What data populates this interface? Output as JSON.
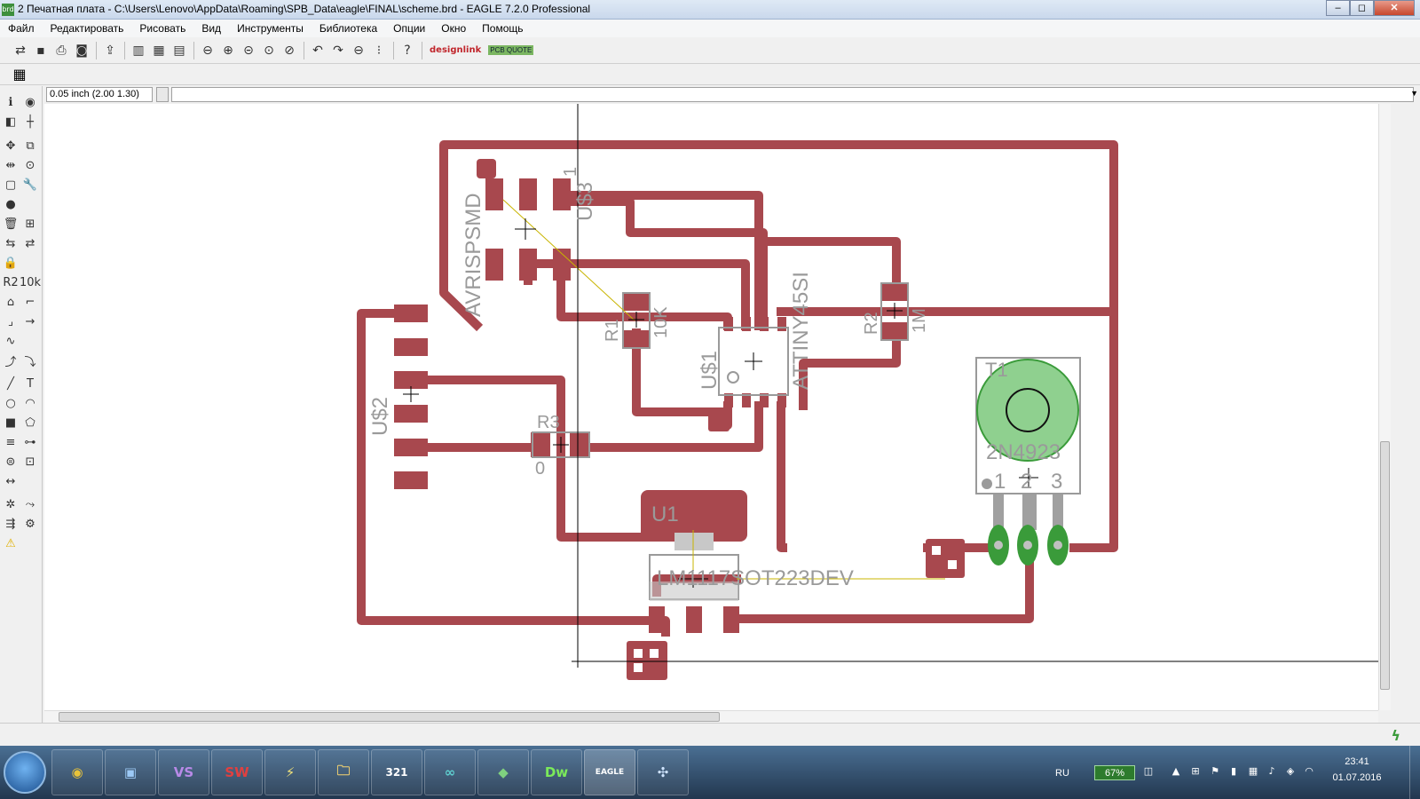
{
  "window": {
    "title": "2 Печатная плата - C:\\Users\\Lenovo\\AppData\\Roaming\\SPB_Data\\eagle\\FINAL\\scheme.brd - EAGLE 7.2.0 Professional",
    "icon_text": "brd",
    "min_label": "‒",
    "max_label": "◻",
    "close_label": "✕"
  },
  "menu": [
    "Файл",
    "Редактировать",
    "Рисовать",
    "Вид",
    "Инструменты",
    "Библиотека",
    "Опции",
    "Окно",
    "Помощь"
  ],
  "toolbar": {
    "icons": [
      "open-icon",
      "save-icon",
      "print-icon",
      "cam-icon",
      "export-icon",
      "script-icon",
      "sch-icon",
      "board-icon",
      "zoom-fit-icon",
      "zoom-in-icon",
      "zoom-out-icon",
      "zoom-select-icon",
      "zoom-redraw-icon",
      "undo-icon",
      "redo-icon",
      "stop-icon",
      "go-icon",
      "help-icon"
    ],
    "designlink": "designlink",
    "pcbquote": "PCB QUOTE"
  },
  "cmd": {
    "coord": "0.05 inch (2.00 1.30)",
    "value": ""
  },
  "board": {
    "labels": {
      "usb3": "U$3",
      "avrisp": "AVRISPSMD",
      "pin1": "1",
      "r1": "R1",
      "r1_val": "10K",
      "us1": "U$1",
      "attiny": "ATTINY45SI",
      "r2": "R2",
      "r2_val": "1M",
      "us2": "U$2",
      "r3": "R3",
      "r3_val": "0",
      "u1": "U1",
      "lm": "LM1117SOT223DEV",
      "t1": "T1",
      "t1_val": "2N4923",
      "t1_pin1": "1",
      "t1_pin2": "2",
      "t1_pin3": "3"
    },
    "colors": {
      "copper": "#a8484e",
      "outline": "#9a9a9a",
      "pad_green": "#3a9b3a",
      "airwire": "#c8b400"
    }
  },
  "taskbar": {
    "apps": [
      "chrome",
      "monitor",
      "visual-studio",
      "solidworks",
      "lightning",
      "explorer",
      "media-player-321",
      "arduino",
      "kicad",
      "dreamweaver",
      "cadsoft-eagle",
      "project"
    ],
    "app_labels": [
      "◉",
      "▣",
      "VS",
      "SW",
      "⚡",
      "🗀",
      "321",
      "∞",
      "◆",
      "Dw",
      "EAGLE",
      "✣"
    ],
    "lang": "RU",
    "battery": "67%",
    "time": "23:41",
    "date": "01.07.2016"
  }
}
